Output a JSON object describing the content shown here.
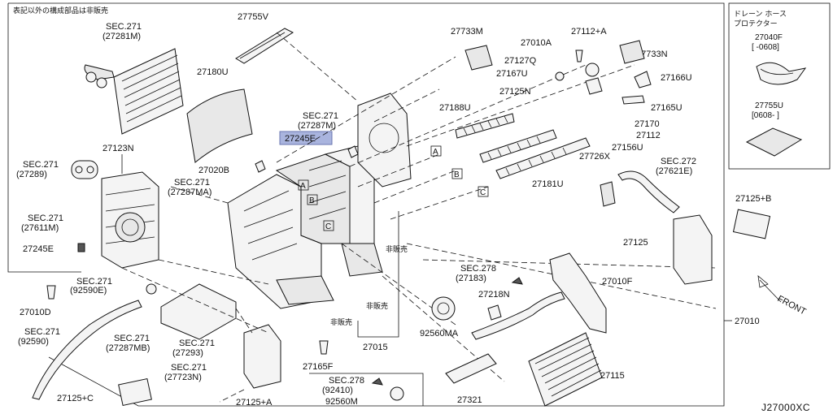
{
  "notes": {
    "not_for_sale_parts": "表記以外の構成部品は非販売",
    "drain_hose_protector": "ドレーン ホース",
    "protector": "プロテクター",
    "not_sold": "非販売"
  },
  "drawing_code": "J27000XC",
  "front_label": "FRONT",
  "section_refs": {
    "sec271_27281M_a": "SEC.271",
    "sec271_27281M_b": "(27281M)",
    "sec271_27287M_a": "SEC.271",
    "sec271_27287M_b": "(27287M)",
    "sec271_27289_a": "SEC.271",
    "sec271_27289_b": "(27289)",
    "sec271_27287MA_a": "SEC.271",
    "sec271_27287MA_b": "(27287MA)",
    "sec271_27611M_a": "SEC.271",
    "sec271_27611M_b": "(27611M)",
    "sec271_92590E_a": "SEC.271",
    "sec271_92590E_b": "(92590E)",
    "sec271_92590_a": "SEC.271",
    "sec271_92590_b": "(92590)",
    "sec271_27287MB_a": "SEC.271",
    "sec271_27287MB_b": "(27287MB)",
    "sec271_27293_a": "SEC.271",
    "sec271_27293_b": "(27293)",
    "sec271_27723N_a": "SEC.271",
    "sec271_27723N_b": "(27723N)",
    "sec278_27183_a": "SEC.278",
    "sec278_27183_b": "(27183)",
    "sec278_92410_a": "SEC.278",
    "sec278_92410_b": "(92410)",
    "sec272_27621E_a": "SEC.272",
    "sec272_27621E_b": "(27621E)"
  },
  "parts": {
    "p27755V": "27755V",
    "p27180U": "27180U",
    "p27123N": "27123N",
    "p27245E_hl": "27245E",
    "p27020B": "27020B",
    "p27245E": "27245E",
    "p27010D": "27010D",
    "p27733M": "27733M",
    "p27010A": "27010A",
    "p27112A": "27112+A",
    "p27127Q": "27127Q",
    "p27733N": "27733N",
    "p27167U": "27167U",
    "p27166U": "27166U",
    "p27125N": "27125N",
    "p27188U": "27188U",
    "p27165U": "27165U",
    "p27170": "27170",
    "p27112": "27112",
    "p27156U": "27156U",
    "p27726X": "27726X",
    "p27181U": "27181U",
    "p27125B": "27125+B",
    "p27125": "27125",
    "p27010F": "27010F",
    "p27218N": "27218N",
    "p92560MA": "92560MA",
    "p27010": "27010",
    "p27015": "27015",
    "p27165F": "27165F",
    "p27125A": "27125+A",
    "p27125C": "27125+C",
    "p92560M": "92560M",
    "p27321": "27321",
    "p27115": "27115",
    "p27040F": "27040F",
    "p27040F_range": "[     -0608]",
    "p27755U": "27755U",
    "p27755U_range": "[0608-     ]"
  },
  "callouts": {
    "a": "A",
    "b": "B",
    "c": "C"
  },
  "colors": {
    "highlight": "#a9b4de",
    "ink": "#111111"
  }
}
